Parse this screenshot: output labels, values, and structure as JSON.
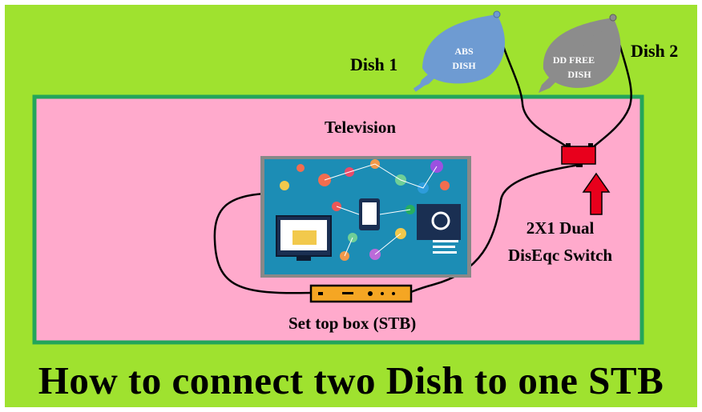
{
  "title": "How to connect two Dish to one STB",
  "television": {
    "label": "Television"
  },
  "dish1": {
    "label": "Dish 1",
    "text_line1": "ABS",
    "text_line2": "DISH",
    "icon": "satellite-dish"
  },
  "dish2": {
    "label": "Dish 2",
    "text_line1": "DD FREE",
    "text_line2": "DISH",
    "icon": "satellite-dish"
  },
  "switch": {
    "label_line1": "2X1 Dual",
    "label_line2": "DisEqc Switch"
  },
  "stb": {
    "label": "Set top box (STB)"
  },
  "colors": {
    "background": "#9FE22F",
    "frame": "#FFFFFF",
    "room_fill": "#FFAACC",
    "room_border": "#23A55A",
    "dish1": "#6E9BD2",
    "dish2": "#8C8C8C",
    "switch": "#E8001C",
    "arrow": "#E8001C",
    "stb": "#F5A623",
    "tv_screen": "#1C8DB5"
  }
}
